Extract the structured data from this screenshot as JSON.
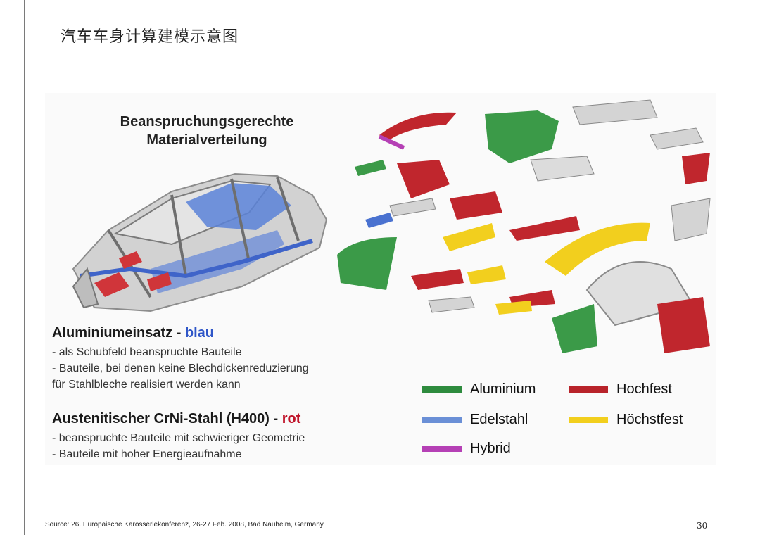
{
  "slide": {
    "title": "汽车车身计算建模示意图",
    "source": "Source: 26. Europäische Karosseriekonferenz, 26-27 Feb. 2008, Bad Nauheim, Germany",
    "page_number": "30"
  },
  "figure": {
    "heading_line1": "Beanspruchungsgerechte",
    "heading_line2": "Materialverteilung",
    "aluminium_section": {
      "title": "Aluminiumeinsatz - ",
      "highlight": "blau",
      "bullets": [
        "- als Schubfeld beanspruchte Bauteile",
        "- Bauteile, bei denen keine Blechdickenreduzierung",
        "für Stahlbleche realisiert werden kann"
      ]
    },
    "steel_section": {
      "title": "Austenitischer CrNi-Stahl (H400) - ",
      "highlight": "rot",
      "bullets": [
        "- beanspruchte Bauteile mit schwieriger Geometrie",
        "- Bauteile mit hoher Energieaufnahme"
      ]
    },
    "legend": [
      {
        "label": "Aluminium",
        "color": "#2e8b3e"
      },
      {
        "label": "Hochfest",
        "color": "#b8232a"
      },
      {
        "label": "Edelstahl",
        "color": "#6a8fd6"
      },
      {
        "label": "Höchstfest",
        "color": "#f2cf1e"
      },
      {
        "label": "Hybrid",
        "color": "#b540b5"
      }
    ]
  },
  "colors": {
    "body_gray": "#c8c8c8",
    "aluminium_blue": "#4a72d0",
    "steel_red": "#d0353a"
  }
}
